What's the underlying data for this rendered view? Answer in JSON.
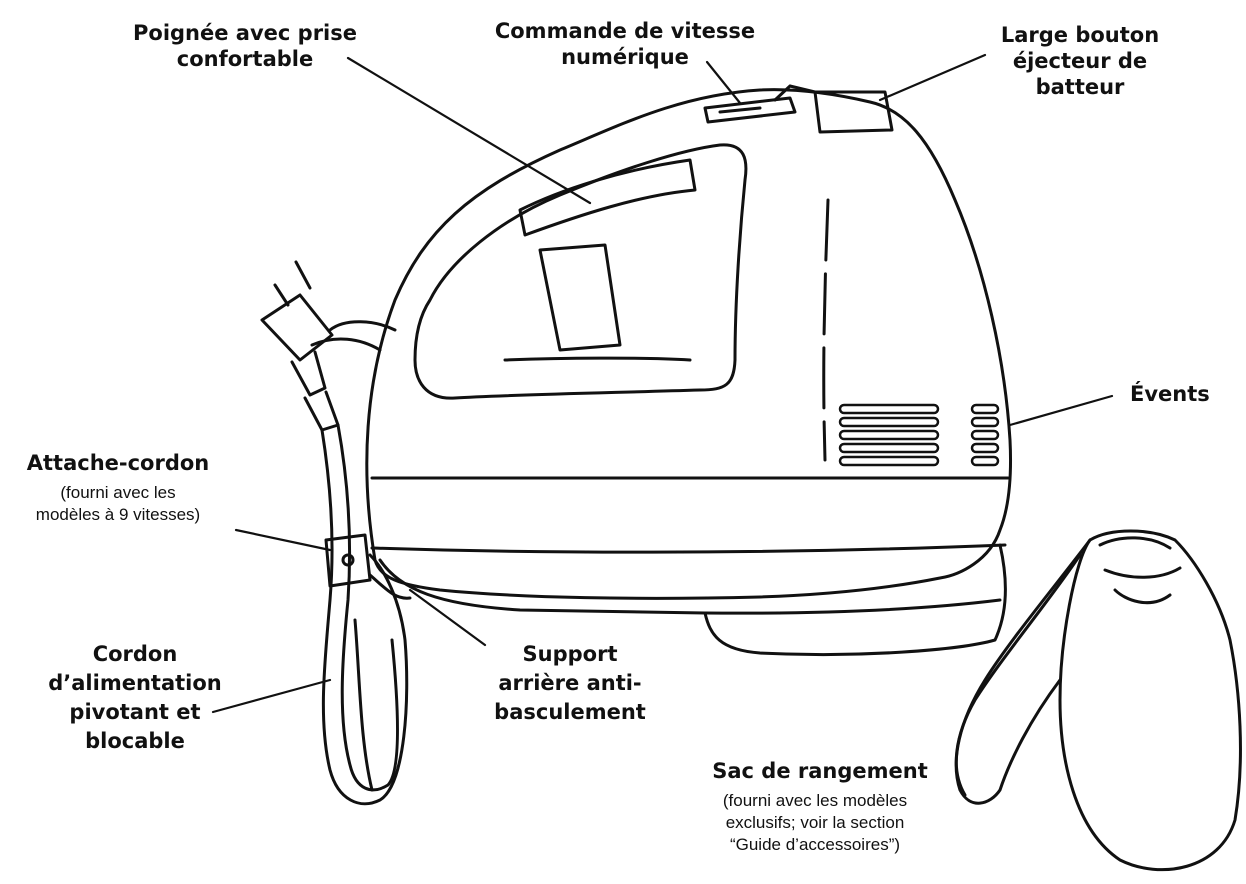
{
  "labels": {
    "poignee": {
      "line1": "Poignée avec prise",
      "line2": "confortable"
    },
    "commande": {
      "line1": "Commande de vitesse",
      "line2": "numérique"
    },
    "ejecteur": {
      "line1": "Large bouton",
      "line2": "éjecteur de",
      "line3": "batteur"
    },
    "events": {
      "line1": "Évents"
    },
    "attache": {
      "line1": "Attache-cordon",
      "note1": "(fourni avec les",
      "note2": "modèles à 9 vitesses)"
    },
    "cordon": {
      "line1": "Cordon",
      "line2": "d’alimentation",
      "line3": "pivotant et",
      "line4": "blocable"
    },
    "support": {
      "line1": "Support",
      "line2": "arrière anti-",
      "line3": "basculement"
    },
    "sac": {
      "line1": "Sac de rangement",
      "note1": "(fourni avec les modèles",
      "note2": "exclusifs; voir la section",
      "note3": "“Guide d’accessoires”)"
    }
  },
  "colors": {
    "ink": "#111111",
    "background": "#ffffff"
  }
}
